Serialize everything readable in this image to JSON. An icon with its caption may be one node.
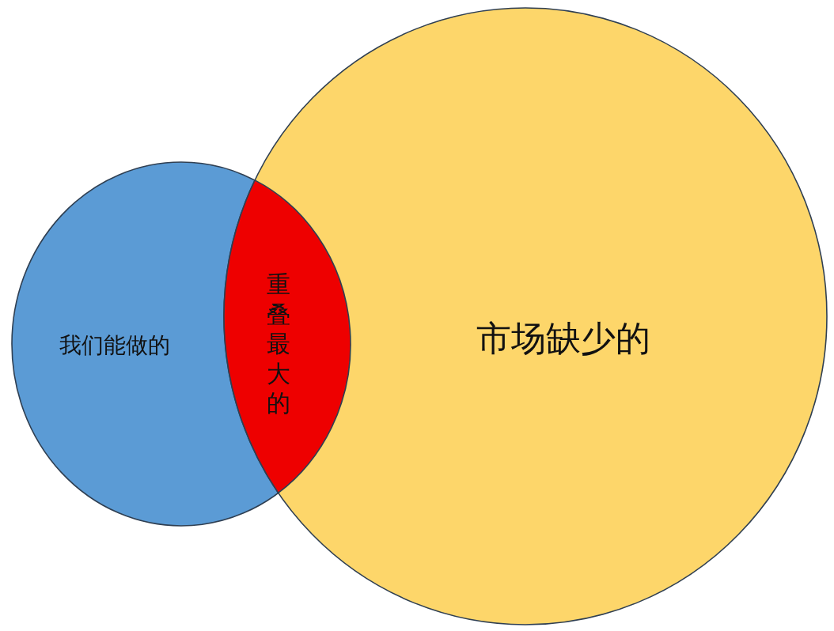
{
  "diagram": {
    "nodes": [
      {
        "text": [
          "我们能做的"
        ]
      },
      {
        "text": [
          "重叠最大的"
        ]
      },
      {
        "text": [
          "市场缺少的"
        ]
      }
    ]
  }
}
